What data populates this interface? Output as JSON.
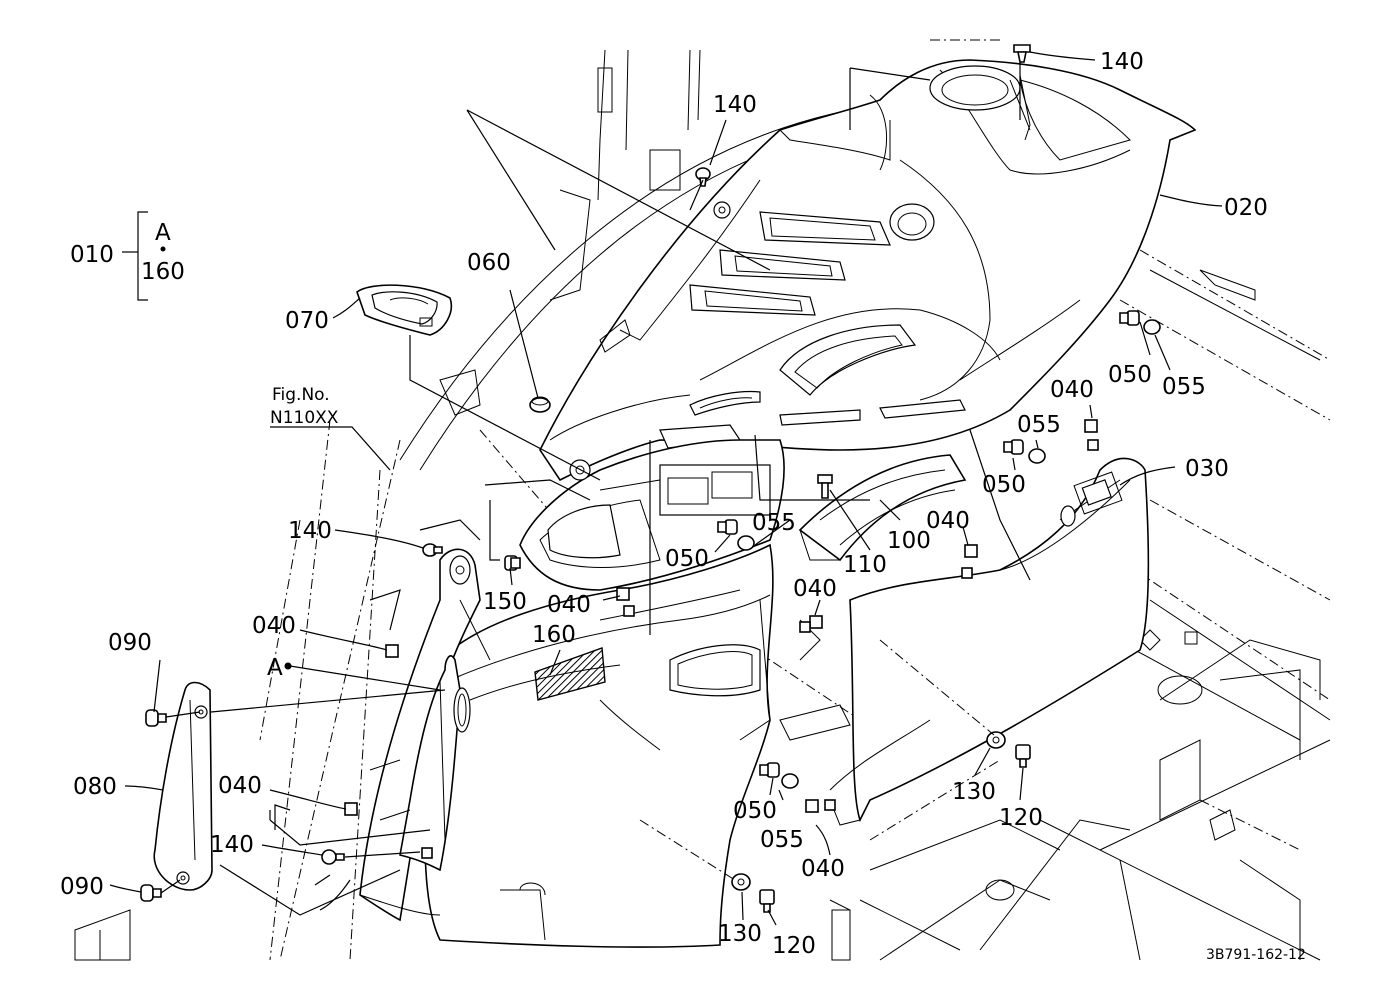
{
  "diagram": {
    "drawing_code": "3B791-162-12",
    "figure_ref": {
      "line1": "Fig.No.",
      "line2": "N110XX"
    },
    "bracket": {
      "part": "010",
      "top": "A",
      "bottom": "160"
    },
    "point_marker": "A",
    "callouts": {
      "p140_top": "140",
      "p140_upper": "140",
      "p020": "020",
      "p060": "060",
      "p070": "070",
      "p050_a": "050",
      "p055_a": "055",
      "p040_a": "040",
      "p055_b": "055",
      "p050_b": "050",
      "p030": "030",
      "p140_mid": "140",
      "p055_c": "055",
      "p040_b": "040",
      "p050_c": "050",
      "p110": "110",
      "p100": "100",
      "p150": "150",
      "p040_c": "040",
      "p040_d": "040",
      "p160": "160",
      "p040_e": "040",
      "p090_a": "090",
      "p080": "080",
      "p130_a": "130",
      "p120_a": "120",
      "p040_f": "040",
      "p050_d": "050",
      "p055_d": "055",
      "p040_g": "040",
      "p140_low": "140",
      "p090_b": "090",
      "p130_b": "130",
      "p120_b": "120"
    }
  }
}
